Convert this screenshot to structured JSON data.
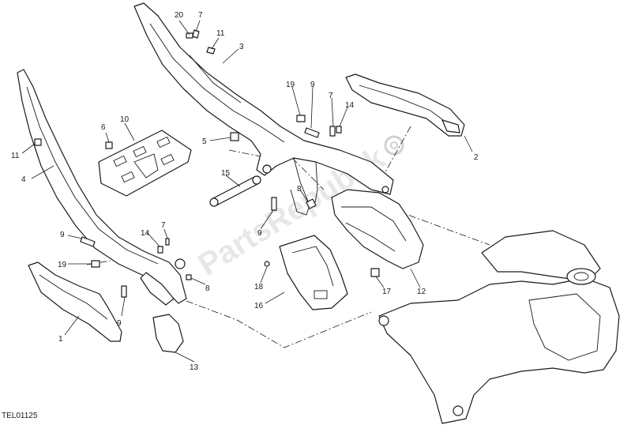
{
  "diagram_code": "TEL01125",
  "watermark": "PartsRepublik",
  "callouts": [
    "20",
    "7",
    "11",
    "3",
    "19",
    "9",
    "7",
    "14",
    "2",
    "6",
    "10",
    "5",
    "11",
    "4",
    "15",
    "8",
    "9",
    "14",
    "7",
    "9",
    "19",
    "8",
    "18",
    "16",
    "17",
    "12",
    "9",
    "1",
    "13"
  ],
  "icons": {
    "watermark_logo": "gear-icon"
  }
}
